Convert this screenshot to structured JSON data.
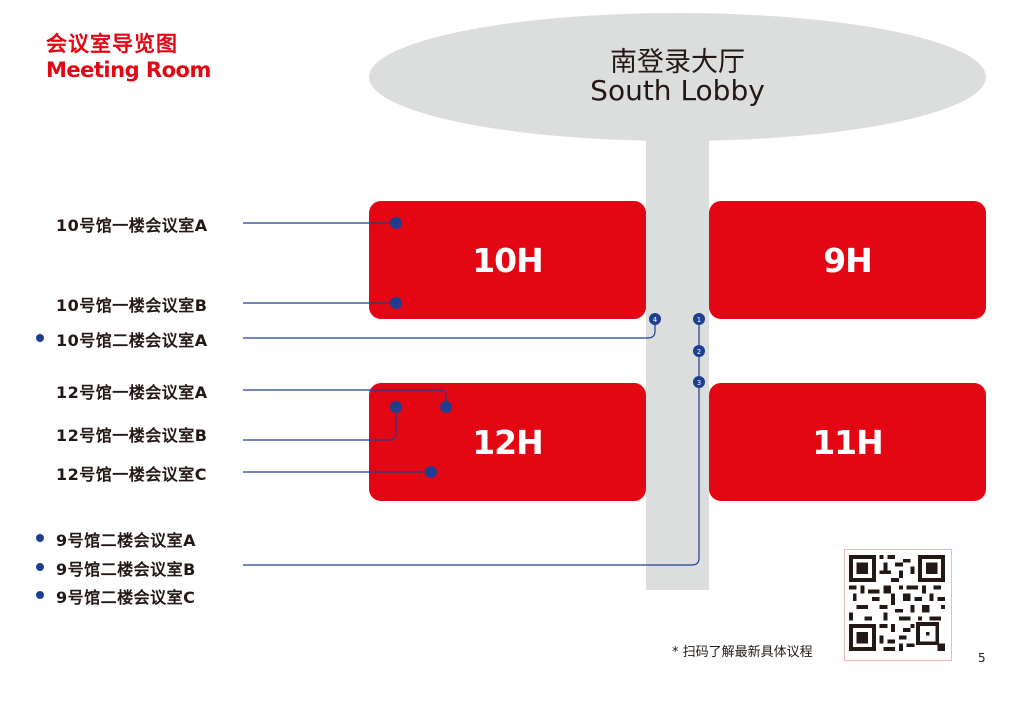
{
  "title": {
    "cn": "会议室导览图",
    "en": "Meeting Room"
  },
  "lobby": {
    "cn": "南登录大厅",
    "en": "South Lobby"
  },
  "halls": [
    "10H",
    "9H",
    "12H",
    "11H"
  ],
  "rooms": [
    "10号馆一楼会议室A",
    "10号馆一楼会议室B",
    "10号馆二楼会议室A",
    "12号馆一楼会议室A",
    "12号馆一楼会议室B",
    "12号馆一楼会议室C",
    "9号馆二楼会议室A",
    "9号馆二楼会议室B",
    "9号馆二楼会议室C"
  ],
  "stair_markers": [
    "1",
    "2",
    "3",
    "4"
  ],
  "qr_note": "* 扫码了解最新具体议程",
  "page_number": "5",
  "colors": {
    "red": "#e30613",
    "lobby_gray": "#dcdddd",
    "line_blue": "#1d3f8f"
  }
}
